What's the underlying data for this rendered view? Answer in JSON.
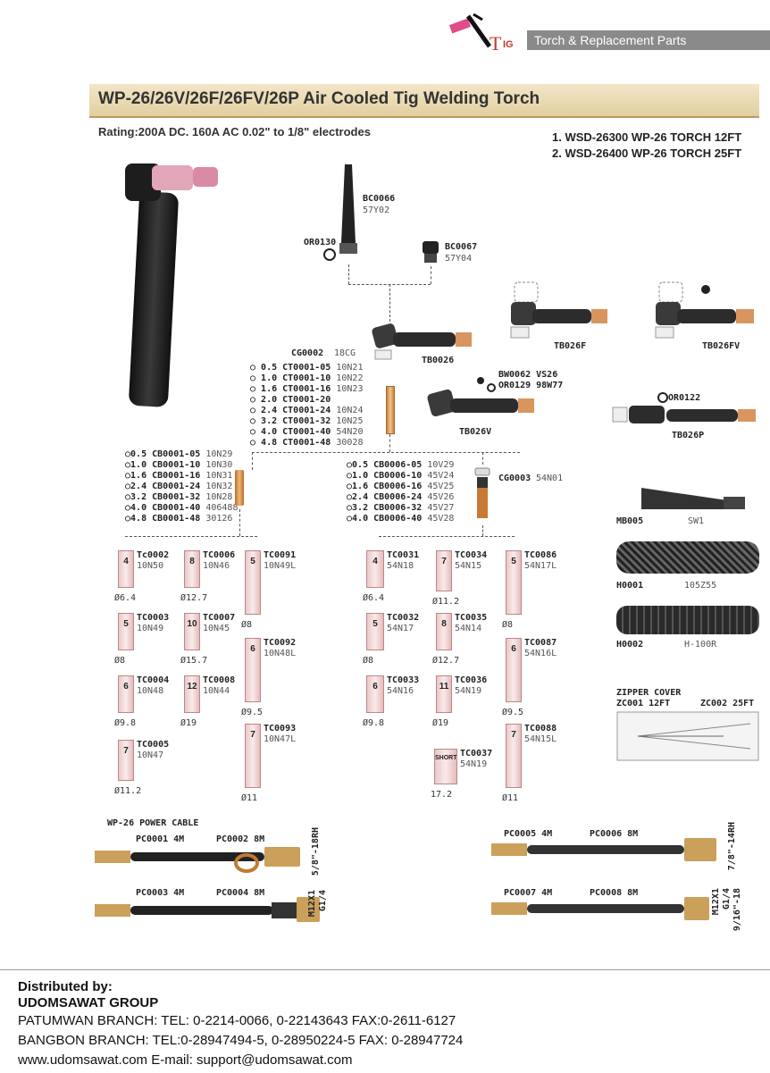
{
  "header": {
    "logo_letter": "T",
    "logo_rest": "IG",
    "banner": "Torch & Replacement Parts"
  },
  "title": "WP-26/26V/26F/26FV/26P Air Cooled Tig Welding Torch",
  "rating": "Rating:200A DC. 160A AC 0.02\" to 1/8\" electrodes",
  "torch_models": [
    "1. WSD-26300 WP-26 TORCH 12FT",
    "2. WSD-26400 WP-26 TORCH 25FT"
  ],
  "caps": {
    "bc0066": {
      "code": "BC0066",
      "ref": "57Y02"
    },
    "bc0067": {
      "code": "BC0067",
      "ref": "57Y04"
    },
    "or0130": "OR0130"
  },
  "bodies": {
    "tb0026": "TB0026",
    "tb026f": "TB026F",
    "tb026fv": "TB026FV",
    "tb026v": "TB026V",
    "tb026p": "TB026P",
    "or0122": "OR0122",
    "bw0062": "BW0062 VS26",
    "or0129": "OR0129 98W77"
  },
  "cg0002": {
    "code": "CG0002",
    "ref": "18CG"
  },
  "collets": [
    {
      "size": "0.5",
      "code": "CT0001-05",
      "ref": "10N21"
    },
    {
      "size": "1.0",
      "code": "CT0001-10",
      "ref": "10N22"
    },
    {
      "size": "1.6",
      "code": "CT0001-16",
      "ref": "10N23"
    },
    {
      "size": "2.0",
      "code": "CT0001-20",
      "ref": ""
    },
    {
      "size": "2.4",
      "code": "CT0001-24",
      "ref": "10N24"
    },
    {
      "size": "3.2",
      "code": "CT0001-32",
      "ref": "10N25"
    },
    {
      "size": "4.0",
      "code": "CT0001-40",
      "ref": "54N20"
    },
    {
      "size": "4.8",
      "code": "CT0001-48",
      "ref": "30028"
    }
  ],
  "collet_bodies": [
    {
      "size": "0.5",
      "code": "CB0001-05",
      "ref": "10N29"
    },
    {
      "size": "1.0",
      "code": "CB0001-10",
      "ref": "10N30"
    },
    {
      "size": "1.6",
      "code": "CB0001-16",
      "ref": "10N31"
    },
    {
      "size": "2.4",
      "code": "CB0001-24",
      "ref": "10N32"
    },
    {
      "size": "3.2",
      "code": "CB0001-32",
      "ref": "10N28"
    },
    {
      "size": "4.0",
      "code": "CB0001-40",
      "ref": "406488"
    },
    {
      "size": "4.8",
      "code": "CB0001-48",
      "ref": "30126"
    }
  ],
  "gas_lens_bodies": [
    {
      "size": "0.5",
      "code": "CB0006-05",
      "ref": "10V29"
    },
    {
      "size": "1.0",
      "code": "CB0006-10",
      "ref": "45V24"
    },
    {
      "size": "1.6",
      "code": "CB0006-16",
      "ref": "45V25"
    },
    {
      "size": "2.4",
      "code": "CB0006-24",
      "ref": "45V26"
    },
    {
      "size": "3.2",
      "code": "CB0006-32",
      "ref": "45V27"
    },
    {
      "size": "4.0",
      "code": "CB0006-40",
      "ref": "45V28"
    }
  ],
  "cg0003": {
    "code": "CG0003",
    "ref": "54N01"
  },
  "cups": [
    {
      "num": "4",
      "code": "Tc0002",
      "ref": "10N50",
      "dim": "Ø6.4"
    },
    {
      "num": "5",
      "code": "TC0003",
      "ref": "10N49",
      "dim": "Ø8"
    },
    {
      "num": "6",
      "code": "TC0004",
      "ref": "10N48",
      "dim": "Ø9.8"
    },
    {
      "num": "7",
      "code": "TC0005",
      "ref": "10N47",
      "dim": "Ø11.2"
    },
    {
      "num": "8",
      "code": "TC0006",
      "ref": "10N46",
      "dim": "Ø12.7"
    },
    {
      "num": "10",
      "code": "TC0007",
      "ref": "10N45",
      "dim": "Ø15.7"
    },
    {
      "num": "12",
      "code": "TC0008",
      "ref": "10N44",
      "dim": "Ø19"
    },
    {
      "num": "5",
      "code": "TC0091",
      "ref": "10N49L",
      "dim": "Ø8"
    },
    {
      "num": "6",
      "code": "TC0092",
      "ref": "10N48L",
      "dim": "Ø9.5"
    },
    {
      "num": "7",
      "code": "TC0093",
      "ref": "10N47L",
      "dim": "Ø11"
    },
    {
      "num": "4",
      "code": "TC0031",
      "ref": "54N18",
      "dim": "Ø6.4"
    },
    {
      "num": "5",
      "code": "TC0032",
      "ref": "54N17",
      "dim": "Ø8"
    },
    {
      "num": "6",
      "code": "TC0033",
      "ref": "54N16",
      "dim": "Ø9.8"
    },
    {
      "num": "7",
      "code": "TC0034",
      "ref": "54N15",
      "dim": "Ø11.2"
    },
    {
      "num": "8",
      "code": "TC0035",
      "ref": "54N14",
      "dim": "Ø12.7"
    },
    {
      "num": "11",
      "code": "TC0036",
      "ref": "54N19",
      "dim": "Ø19"
    },
    {
      "num": "SHORT",
      "code": "TC0037",
      "ref": "54N19",
      "dim": "17.2"
    },
    {
      "num": "5",
      "code": "TC0086",
      "ref": "54N17L",
      "dim": "Ø8"
    },
    {
      "num": "6",
      "code": "TC0087",
      "ref": "54N16L",
      "dim": "Ø9.5"
    },
    {
      "num": "7",
      "code": "TC0088",
      "ref": "54N15L",
      "dim": "Ø11"
    }
  ],
  "accessories": {
    "mb005": {
      "code": "MB005",
      "ref": "SW1"
    },
    "h0001": {
      "code": "H0001",
      "ref": "105Z55"
    },
    "h0002": {
      "code": "H0002",
      "ref": "H-100R"
    },
    "zipper_title": "ZIPPER COVER",
    "zc001": "ZC001 12FT",
    "zc002": "ZC002 25FT"
  },
  "power_cable": {
    "title": "WP-26 POWER CABLE",
    "pc0001": "PC0001 4M",
    "pc0002": "PC0002 8M",
    "thread1": "5/8\"-18RH",
    "pc0003": "PC0003 4M",
    "pc0004": "PC0004 8M",
    "thread2a": "G1/4",
    "thread2b": "M12X1",
    "pc0005": "PC0005 4M",
    "pc0006": "PC0006 8M",
    "thread3": "7/8\"-14RH",
    "pc0007": "PC0007 4M",
    "pc0008": "PC0008 8M",
    "thread4a": "9/16\"-18",
    "thread4b": "G1/4",
    "thread4c": "M12X1"
  },
  "footer": {
    "line1": "Distributed by:",
    "line2": "UDOMSAWAT GROUP",
    "line3": "PATUMWAN BRANCH:  TEL: 0-2214-0066, 0-22143643 FAX:0-2611-6127",
    "line4": "BANGBON  BRANCH:  TEL:0-28947494-5, 0-28950224-5 FAX: 0-28947724",
    "line5": "www.udomsawat.com          E-mail: support@udomsawat.com"
  }
}
